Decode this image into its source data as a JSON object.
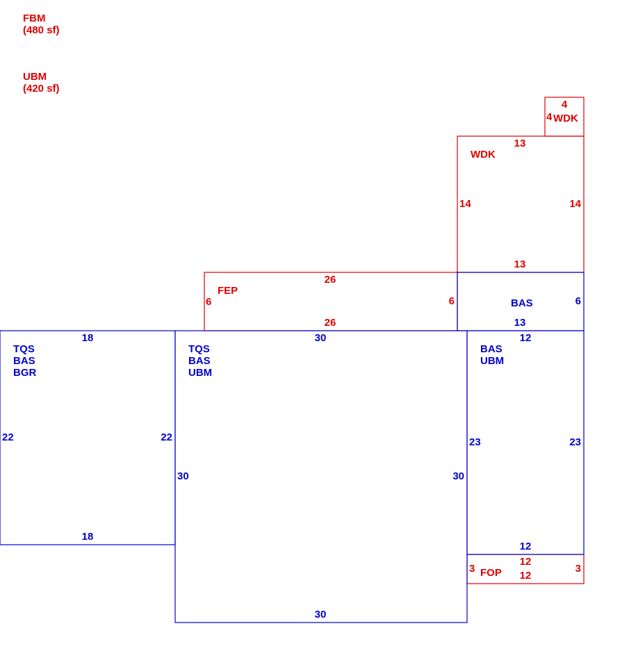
{
  "colors": {
    "red": "#e00000",
    "blue": "#0000cc"
  },
  "legend": [
    {
      "code": "FBM",
      "area": "(480 sf)"
    },
    {
      "code": "UBM",
      "area": "(420 sf)"
    }
  ],
  "areas": [
    {
      "id": "small-wdk",
      "color": "red",
      "labels": []
    },
    {
      "id": "wdk",
      "color": "red",
      "labels": [
        "WDK"
      ]
    },
    {
      "id": "fep",
      "color": "red",
      "labels": [
        "FEP"
      ]
    },
    {
      "id": "bas-top",
      "color": "blue",
      "labels": [
        "BAS"
      ]
    },
    {
      "id": "left-block",
      "color": "blue",
      "labels": [
        "TQS",
        "BAS",
        "BGR"
      ]
    },
    {
      "id": "center-block",
      "color": "blue",
      "labels": [
        "TQS",
        "BAS",
        "UBM"
      ]
    },
    {
      "id": "right-block",
      "color": "blue",
      "labels": [
        "BAS",
        "UBM"
      ]
    },
    {
      "id": "fop",
      "color": "red",
      "labels": [
        "FOP"
      ]
    }
  ],
  "dimensions": {
    "small_wdk": {
      "top": "4",
      "left": "4",
      "name": "WDK"
    },
    "wdk": {
      "top": "13",
      "left": "14",
      "right": "14",
      "bottom": "13"
    },
    "fep": {
      "top": "26",
      "left": "6",
      "right": "6",
      "bottom": "26"
    },
    "bas_top": {
      "right": "6",
      "bottom": "13"
    },
    "left_block": {
      "top": "18",
      "left": "22",
      "right": "22",
      "bottom": "18"
    },
    "center_block": {
      "top": "30",
      "left": "30",
      "right": "30",
      "bottom": "30"
    },
    "right_block": {
      "top": "12",
      "left": "23",
      "right": "23",
      "bottom": "12"
    },
    "fop": {
      "top": "12",
      "left": "3",
      "right": "3",
      "bottom": "12"
    }
  }
}
